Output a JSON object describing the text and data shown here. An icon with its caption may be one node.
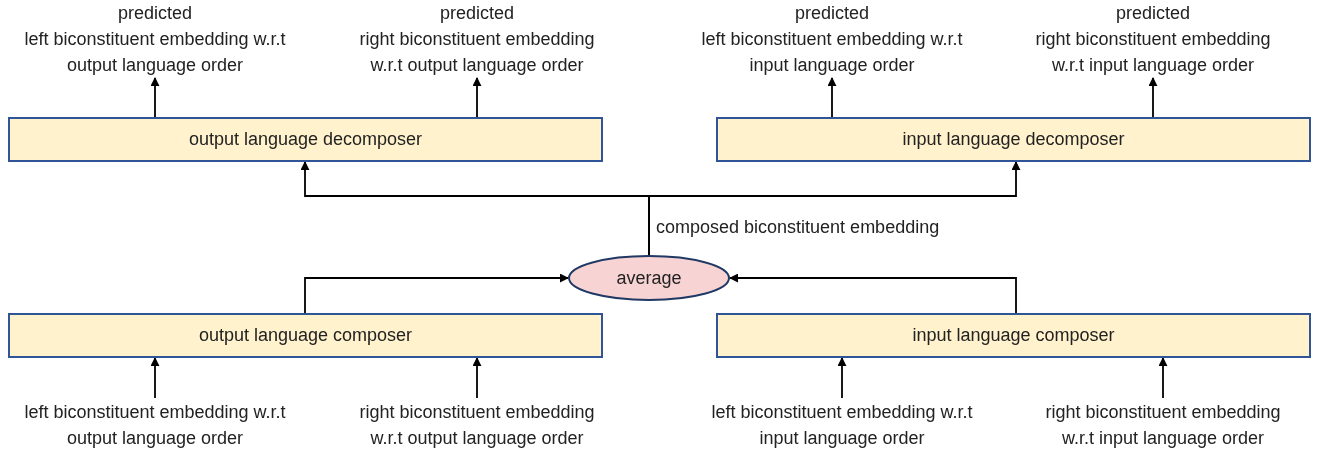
{
  "diagram": {
    "nodes": [
      {
        "text": [
          "output language decomposer"
        ]
      },
      {
        "text": [
          "input language decomposer"
        ]
      },
      {
        "text": [
          "average"
        ]
      },
      {
        "text": [
          "output language composer"
        ]
      },
      {
        "text": [
          "input language composer"
        ]
      },
      {
        "text": [
          "predicted",
          "left biconstituent embedding w.r.t output language order"
        ]
      },
      {
        "text": [
          "predicted",
          "right biconstituent embedding w.r.t output language order"
        ]
      },
      {
        "text": [
          "predicted",
          "left biconstituent embedding w.r.t input language order"
        ]
      },
      {
        "text": [
          "predicted",
          "right biconstituent embedding w.r.t input language order"
        ]
      },
      {
        "text": [
          "left biconstituent embedding w.r.t output language order"
        ]
      },
      {
        "text": [
          "right biconstituent embedding w.r.t output language order"
        ]
      },
      {
        "text": [
          "left biconstituent embedding w.r.t input language order"
        ]
      },
      {
        "text": [
          "right biconstituent embedding w.r.t input language order"
        ]
      }
    ],
    "edges": [
      {
        "from": 9,
        "to": 3,
        "arrow": "to"
      },
      {
        "from": 10,
        "to": 3,
        "arrow": "to"
      },
      {
        "from": 11,
        "to": 4,
        "arrow": "to"
      },
      {
        "from": 12,
        "to": 4,
        "arrow": "to"
      },
      {
        "from": 3,
        "to": 2,
        "arrow": "to"
      },
      {
        "from": 4,
        "to": 2,
        "arrow": "to"
      },
      {
        "from": 2,
        "to": 0,
        "arrow": "to",
        "label": "composed biconstituent embedding"
      },
      {
        "from": 2,
        "to": 1,
        "arrow": "to"
      },
      {
        "from": 0,
        "to": 5,
        "arrow": "to"
      },
      {
        "from": 0,
        "to": 6,
        "arrow": "to"
      },
      {
        "from": 1,
        "to": 7,
        "arrow": "to"
      },
      {
        "from": 1,
        "to": 8,
        "arrow": "to"
      }
    ]
  }
}
